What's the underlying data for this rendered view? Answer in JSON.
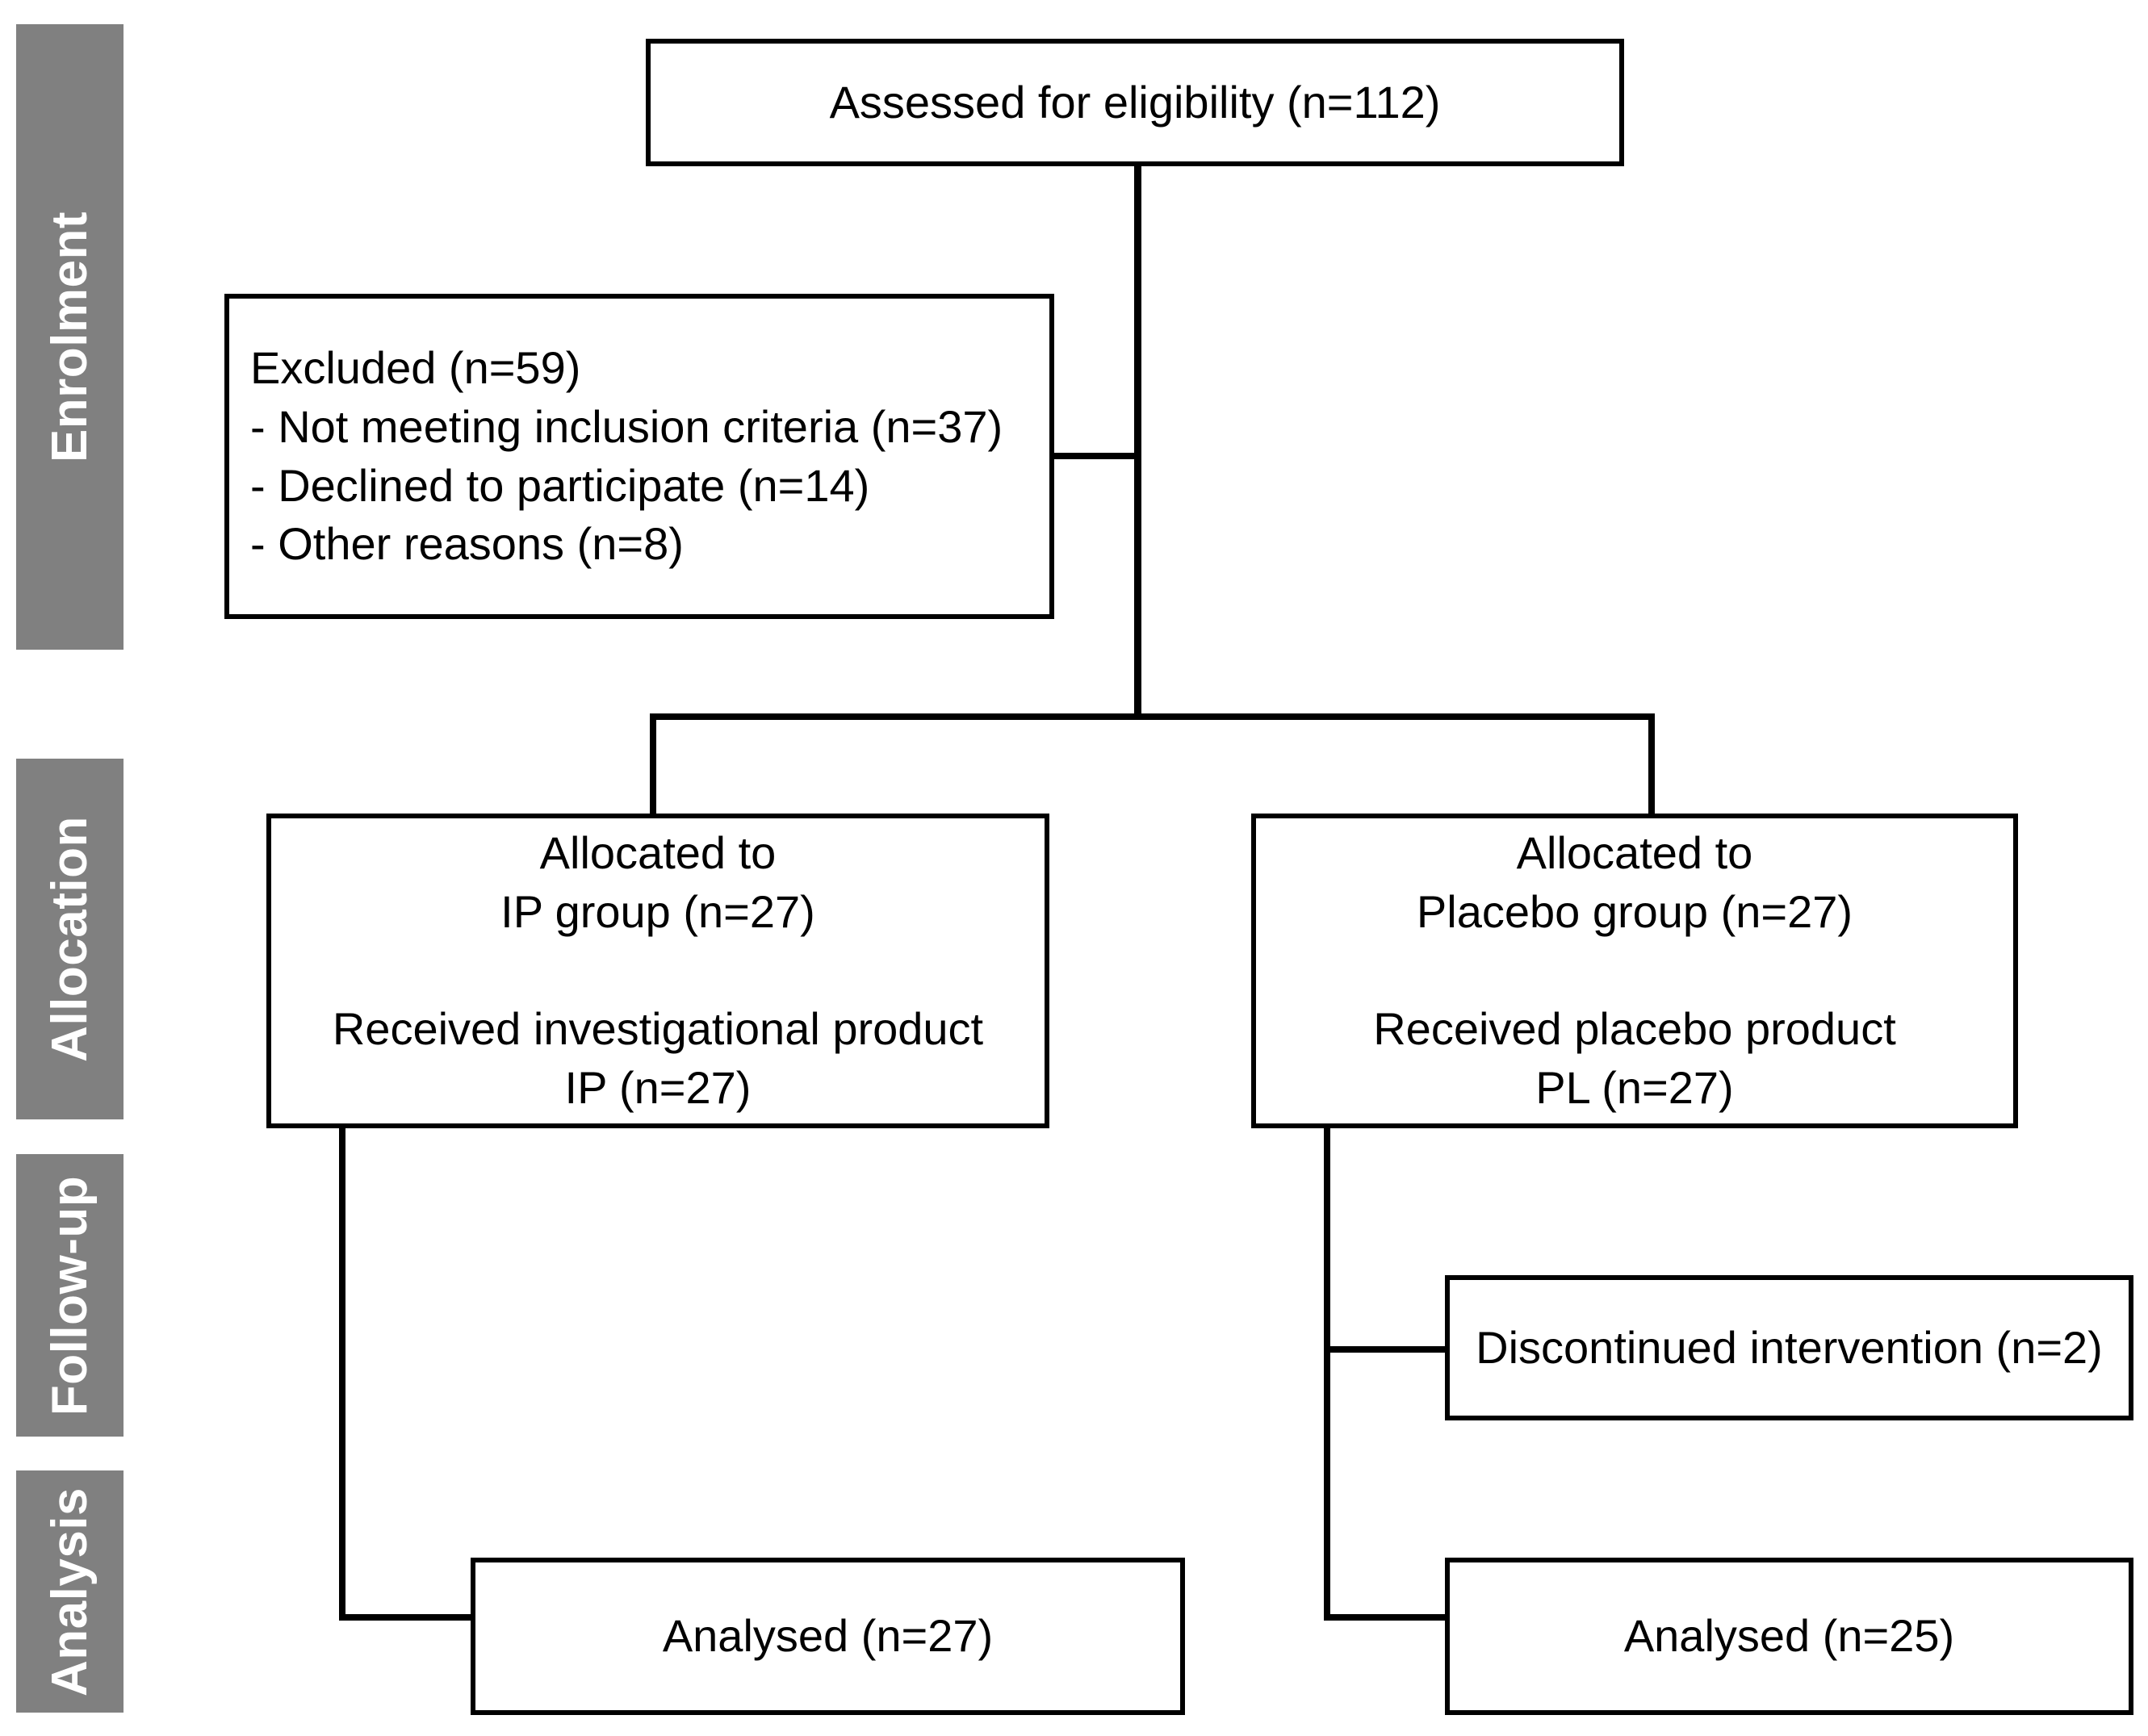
{
  "diagram": {
    "title": "CONSORT participant flow diagram",
    "stage_bar_color": "#808080",
    "stage_label_color": "#ffffff",
    "box_border_color": "#000000",
    "background_color": "#ffffff"
  },
  "stages": [
    {
      "key": "enrolment",
      "label": "Enrolment"
    },
    {
      "key": "allocation",
      "label": "Allocation"
    },
    {
      "key": "followup",
      "label": "Follow-up"
    },
    {
      "key": "analysis",
      "label": "Analysis"
    }
  ],
  "boxes": {
    "assessed": {
      "text": "Assessed for eligibility (n=112)",
      "n": 112
    },
    "excluded": {
      "text": "Excluded (n=59)\n- Not meeting inclusion criteria (n=37)\n- Declined to participate (n=14)\n- Other reasons (n=8)",
      "heading": "Excluded (n=59)",
      "n": 59,
      "reasons": [
        {
          "label": "- Not meeting inclusion criteria (n=37)",
          "n": 37
        },
        {
          "label": "- Declined to participate (n=14)",
          "n": 14
        },
        {
          "label": "- Other reasons (n=8)",
          "n": 8
        }
      ]
    },
    "allocated_ip": {
      "text": "Allocated to\nIP group (n=27)\n\nReceived investigational product\nIP (n=27)",
      "allocated_n": 27,
      "received_n": 27
    },
    "allocated_placebo": {
      "text": "Allocated to\nPlacebo group (n=27)\n\nReceived placebo product\nPL (n=27)",
      "allocated_n": 27,
      "received_n": 27
    },
    "discontinued_placebo": {
      "text": "Discontinued intervention (n=2)",
      "n": 2
    },
    "analysed_ip": {
      "text": "Analysed  (n=27)",
      "n": 27
    },
    "analysed_placebo": {
      "text": "Analysed  (n=25)",
      "n": 25
    }
  }
}
